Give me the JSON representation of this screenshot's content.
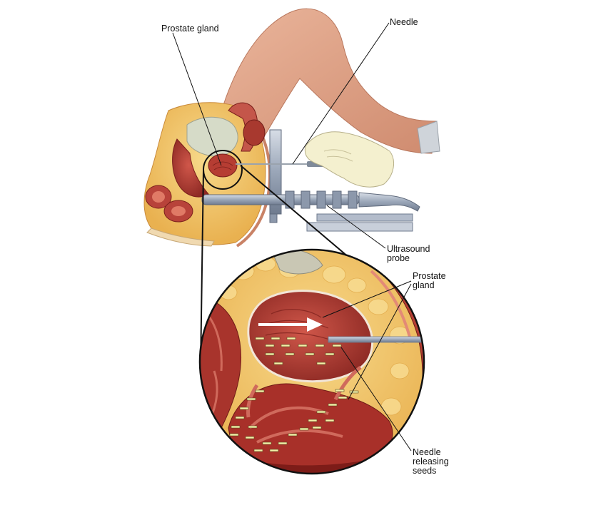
{
  "labels": {
    "prostate_gland_top": "Prostate gland",
    "needle": "Needle",
    "ultrasound_probe": "Ultrasound\nprobe",
    "prostate_gland_inset": "Prostate\ngland",
    "needle_releasing_seeds": "Needle\nreleasing\nseeds"
  },
  "colors": {
    "skin": "#e6a88c",
    "skin_shadow": "#c98266",
    "tissue_red": "#b83a32",
    "tissue_dark": "#8a2320",
    "fat_yellow": "#f3c76a",
    "glove": "#f3f0cf",
    "instrument_steel": "#a9b3c2",
    "seed": "#f2f0a8",
    "background": "#ffffff"
  }
}
